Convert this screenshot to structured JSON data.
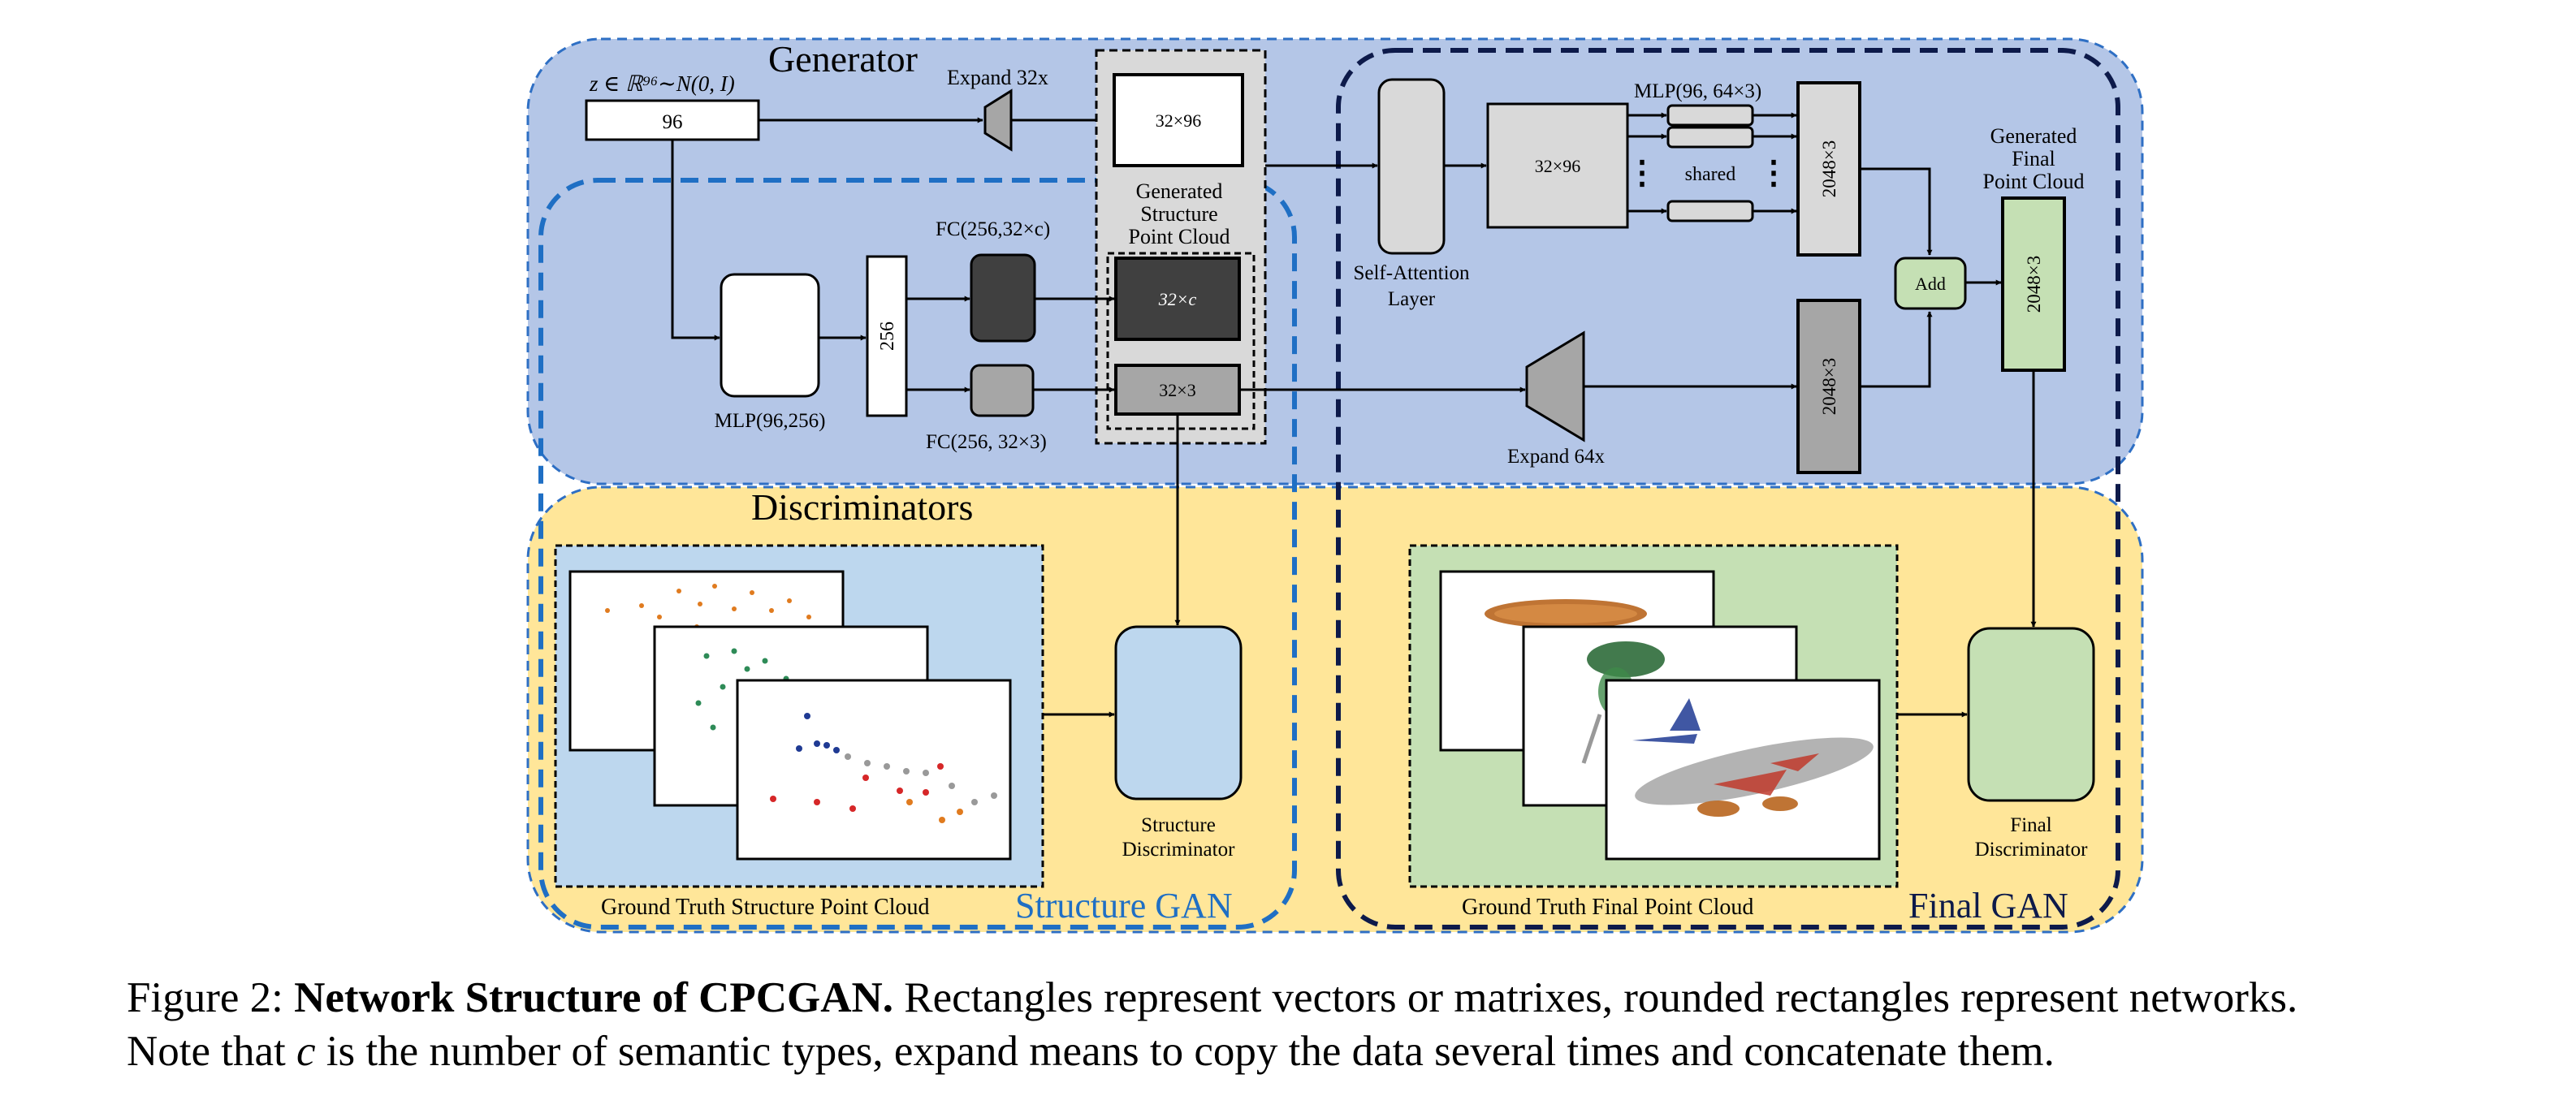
{
  "sections": {
    "generator": "Generator",
    "discriminators": "Discriminators",
    "structure_gan": "Structure GAN",
    "final_gan": "Final GAN"
  },
  "generator": {
    "z_label": "z ∈ ℝ⁹⁶∼N(0, I)",
    "z_size": "96",
    "expand32": "Expand 32x",
    "latent_repeated": "32×96",
    "mlp": "MLP(96,256)",
    "feat256": "256",
    "fc_c": "FC(256,32×c)",
    "fc_3": "FC(256, 32×3)",
    "gen_structure_title": [
      "Generated",
      "Structure",
      "Point Cloud"
    ],
    "out_32c": "32×c",
    "out_32x3": "32×3",
    "self_attention": [
      "Self-Attention",
      "Layer"
    ],
    "attn_out": "32×96",
    "mlp_shared": "MLP(96, 64×3)",
    "shared": "shared",
    "dots": "⋮",
    "vec_2048_top": "2048×3",
    "expand64": "Expand 64x",
    "vec_2048_bottom": "2048×3",
    "add": "Add",
    "gen_final_title": [
      "Generated",
      "Final",
      "Point Cloud"
    ],
    "final_out": "2048×3"
  },
  "discriminators": {
    "gt_structure": "Ground Truth Structure Point Cloud",
    "structure_disc": [
      "Structure",
      "Discriminator"
    ],
    "gt_final": "Ground Truth Final Point Cloud",
    "final_disc": [
      "Final",
      "Discriminator"
    ]
  },
  "caption": {
    "label": "Figure 2:",
    "bold": "Network Structure of CPCGAN.",
    "text1": "Rectangles represent vectors or matrixes, rounded rectangles represent networks.",
    "text2a": "Note that",
    "var": "c",
    "text2b": "is the number of semantic types, expand means to copy the data several times and concatenate them."
  },
  "colors": {
    "generator_bg": "#b4c6e7",
    "discriminator_bg": "#ffe699",
    "structure_border": "#1f6fc4",
    "final_border": "#0d1a4a",
    "structure_gt_bg": "#bdd7ee",
    "final_gt_bg": "#c5e0b4",
    "green_box": "#c5e0b4",
    "dark_box": "#404040",
    "gray_box": "#a6a6a6",
    "light_box": "#d9d9d9"
  }
}
